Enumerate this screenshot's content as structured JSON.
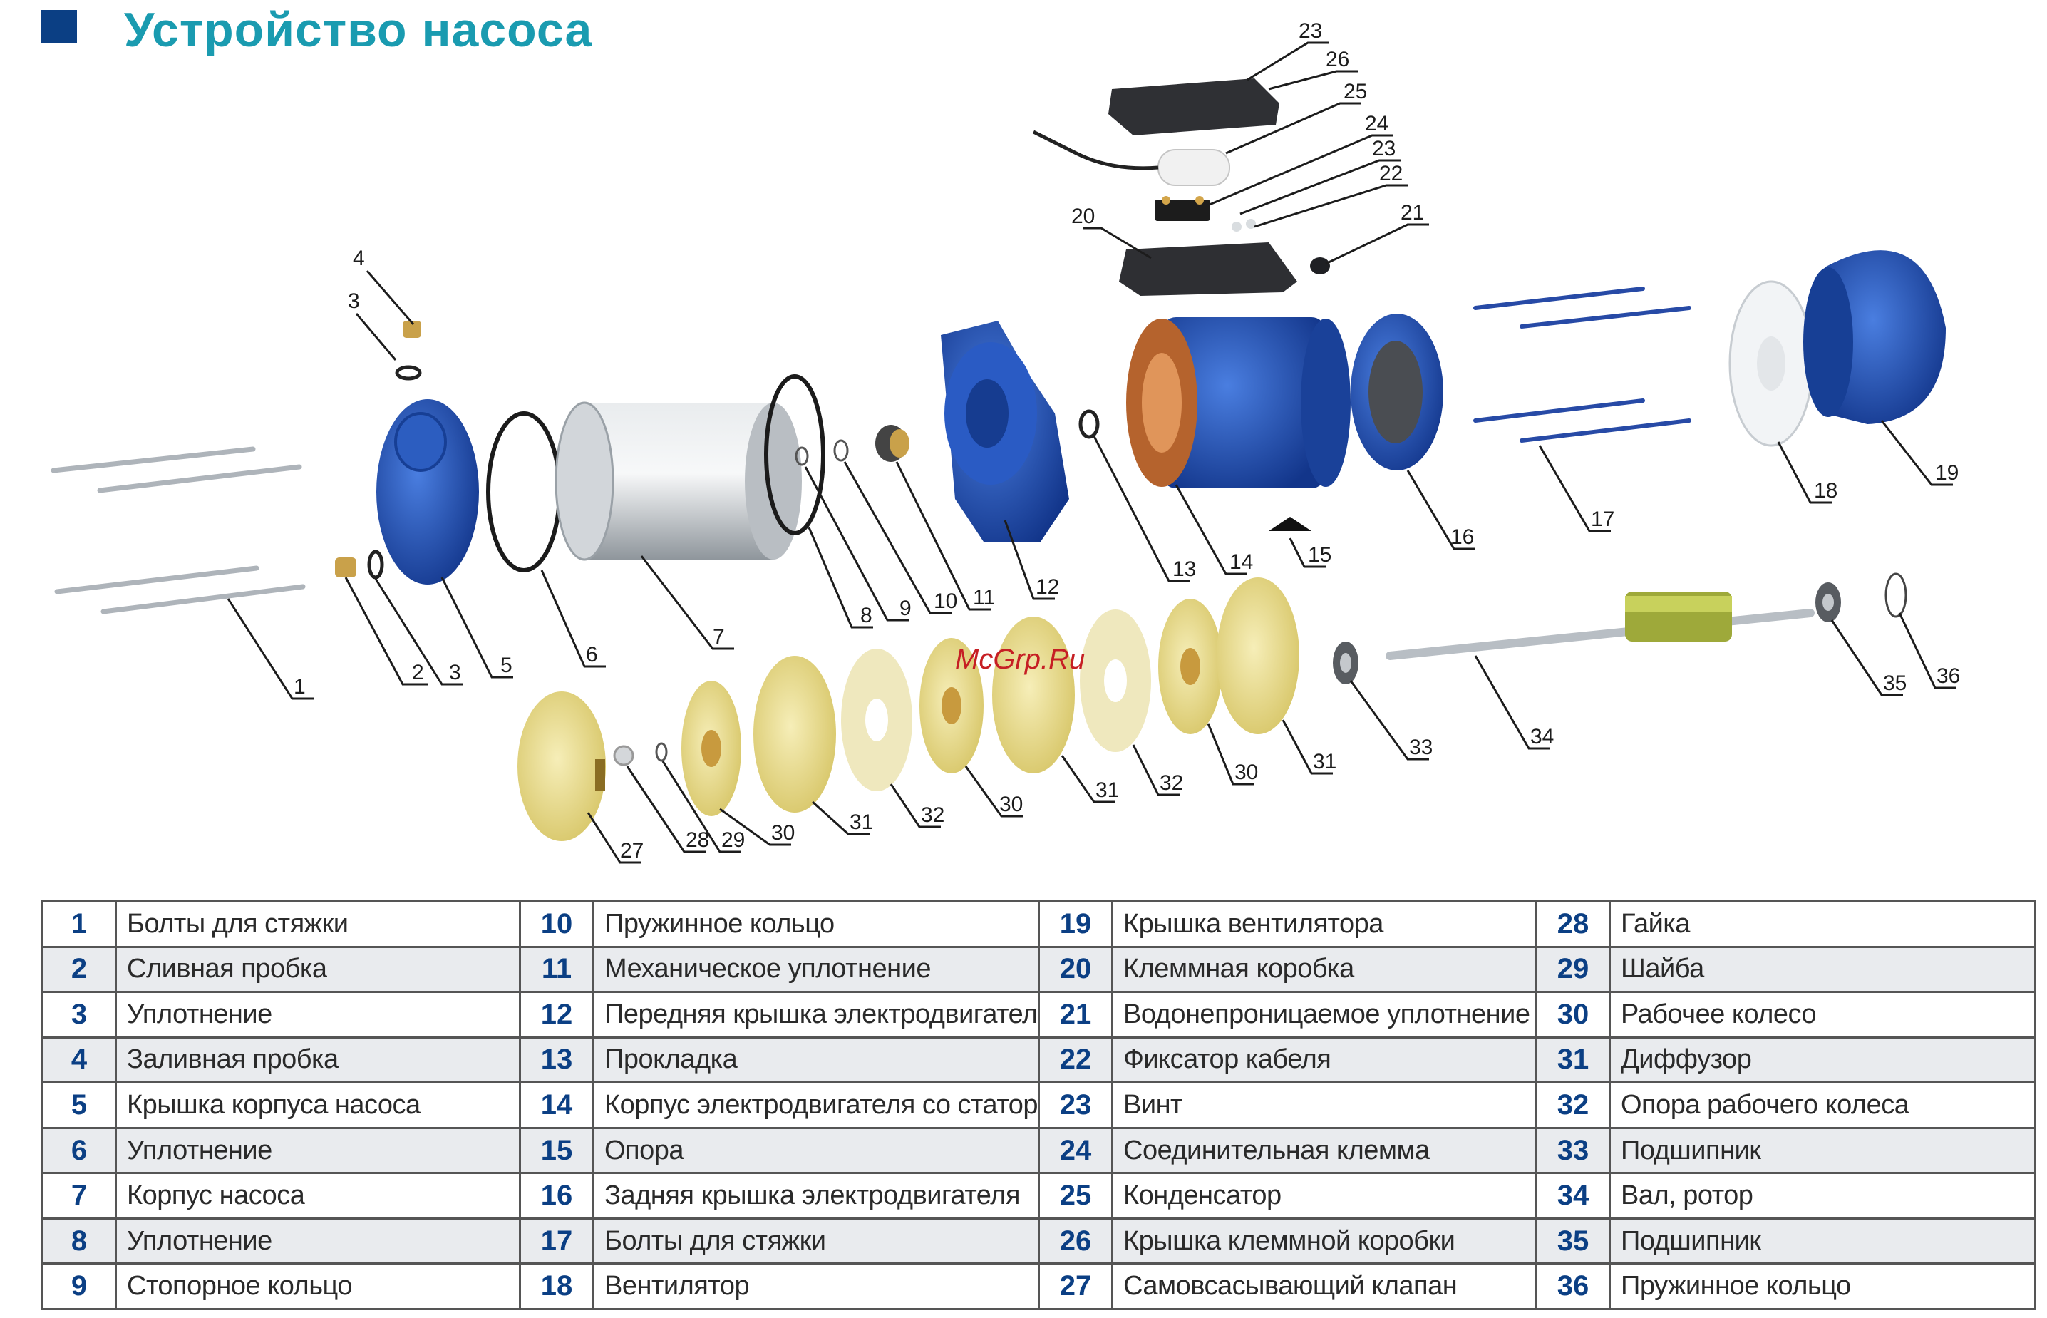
{
  "page": {
    "title": "Устройство насоса",
    "watermark": "McGrp.Ru"
  },
  "colors": {
    "title": "#1a9bb0",
    "title_square": "#0b3f84",
    "number": "#0b3f84",
    "pump_blue": "#1f4fae",
    "impeller_yellow": "#e7db8e",
    "steel": "#c9cdd1"
  },
  "callouts": [
    "1",
    "2",
    "3",
    "3",
    "4",
    "5",
    "6",
    "7",
    "8",
    "9",
    "10",
    "11",
    "12",
    "13",
    "14",
    "15",
    "16",
    "17",
    "18",
    "19",
    "20",
    "21",
    "22",
    "23",
    "23",
    "24",
    "25",
    "26",
    "27",
    "28",
    "29",
    "30",
    "30",
    "30",
    "31",
    "31",
    "31",
    "32",
    "32",
    "33",
    "34",
    "35",
    "36"
  ],
  "parts": [
    {
      "num": "1",
      "name": "Болты для стяжки"
    },
    {
      "num": "2",
      "name": "Сливная пробка"
    },
    {
      "num": "3",
      "name": "Уплотнение"
    },
    {
      "num": "4",
      "name": "Заливная пробка"
    },
    {
      "num": "5",
      "name": "Крышка корпуса насоса"
    },
    {
      "num": "6",
      "name": "Уплотнение"
    },
    {
      "num": "7",
      "name": "Корпус насоса"
    },
    {
      "num": "8",
      "name": "Уплотнение"
    },
    {
      "num": "9",
      "name": "Стопорное кольцо"
    },
    {
      "num": "10",
      "name": "Пружинное кольцо"
    },
    {
      "num": "11",
      "name": "Механическое уплотнение"
    },
    {
      "num": "12",
      "name": "Передняя крышка электродвигателя"
    },
    {
      "num": "13",
      "name": "Прокладка"
    },
    {
      "num": "14",
      "name": "Корпус электродвигателя со статором"
    },
    {
      "num": "15",
      "name": "Опора"
    },
    {
      "num": "16",
      "name": "Задняя крышка электродвигателя"
    },
    {
      "num": "17",
      "name": "Болты для стяжки"
    },
    {
      "num": "18",
      "name": "Вентилятор"
    },
    {
      "num": "19",
      "name": "Крышка вентилятора"
    },
    {
      "num": "20",
      "name": "Клеммная коробка"
    },
    {
      "num": "21",
      "name": "Водонепроницаемое уплотнение"
    },
    {
      "num": "22",
      "name": "Фиксатор кабеля"
    },
    {
      "num": "23",
      "name": "Винт"
    },
    {
      "num": "24",
      "name": "Соединительная клемма"
    },
    {
      "num": "25",
      "name": "Конденсатор"
    },
    {
      "num": "26",
      "name": "Крышка клеммной коробки"
    },
    {
      "num": "27",
      "name": "Самовсасывающий клапан"
    },
    {
      "num": "28",
      "name": "Гайка"
    },
    {
      "num": "29",
      "name": "Шайба"
    },
    {
      "num": "30",
      "name": "Рабочее колесо"
    },
    {
      "num": "31",
      "name": "Диффузор"
    },
    {
      "num": "32",
      "name": "Опора рабочего колеса"
    },
    {
      "num": "33",
      "name": "Подшипник"
    },
    {
      "num": "34",
      "name": "Вал, ротор"
    },
    {
      "num": "35",
      "name": "Подшипник"
    },
    {
      "num": "36",
      "name": "Пружинное кольцо"
    }
  ]
}
